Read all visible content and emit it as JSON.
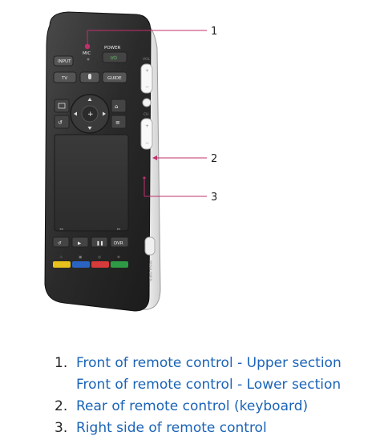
{
  "figure": {
    "callouts": [
      {
        "number": "1"
      },
      {
        "number": "2"
      },
      {
        "number": "3"
      }
    ],
    "remote_labels": {
      "input": "INPUT",
      "mic": "MIC",
      "power": "POWER",
      "power_symbol": "I/⏻",
      "tv": "TV",
      "guide": "GUIDE",
      "vol": "VOL",
      "ch": "CH",
      "dvr": "DVR",
      "plus": "+",
      "minus": "−",
      "side_label": "PUSH OPEN"
    },
    "colors": {
      "callout_line": "#c0306e",
      "remote_body": "#2b2b2b",
      "remote_shell": "#f2f2f2",
      "red": "#d63a3a",
      "green": "#2f9a45",
      "yellow": "#e7c21c",
      "blue": "#2a63c2"
    }
  },
  "legend": [
    {
      "number": "1.",
      "links": [
        "Front of remote control - Upper section",
        "Front of remote control - Lower section"
      ]
    },
    {
      "number": "2.",
      "links": [
        "Rear of remote control (keyboard)"
      ]
    },
    {
      "number": "3.",
      "links": [
        "Right side of remote control"
      ]
    }
  ]
}
